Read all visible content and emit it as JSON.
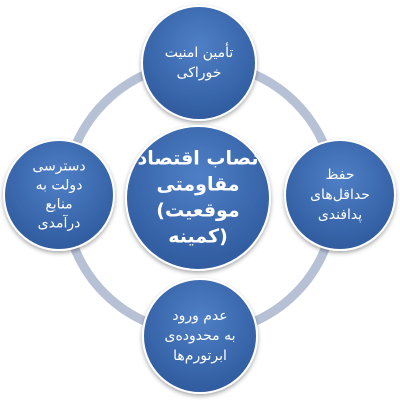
{
  "diagram": {
    "center": {
      "lines": [
        "نصاب اقتصاد",
        "مقاومتی",
        "(موقعیت",
        "کمینه)"
      ]
    },
    "nodes": {
      "top": {
        "lines": [
          "تأمین امنیت",
          "خوراکی"
        ]
      },
      "right": {
        "lines": [
          "حفظ",
          "حداقل‌های",
          "پدافندی"
        ]
      },
      "bottom": {
        "lines": [
          "عدم ورود",
          "به محدوده‌ی",
          "ابرتورم‌ها"
        ]
      },
      "left": {
        "lines": [
          "دسترسی",
          "دولت به",
          "منابع",
          "درآمدی"
        ]
      }
    },
    "colors": {
      "node_fill": "#2f5b9e",
      "node_highlight": "#4f7fc6",
      "node_stroke": "#ffffff",
      "ring": "#b7c1d6",
      "text": "#ffffff"
    }
  }
}
